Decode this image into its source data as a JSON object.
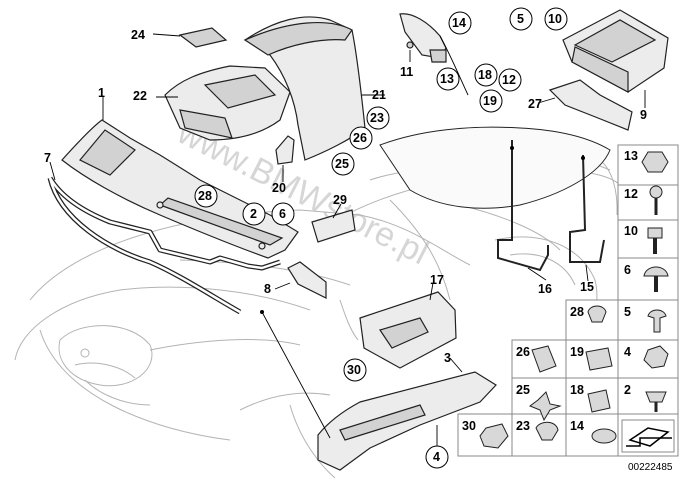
{
  "diagram": {
    "watermark": "www.BMWstore.pl",
    "doc_number": "00222485",
    "callouts": [
      {
        "id": "c1",
        "label": "1"
      },
      {
        "id": "c2",
        "label": "2"
      },
      {
        "id": "c3",
        "label": "3"
      },
      {
        "id": "c4",
        "label": "4"
      },
      {
        "id": "c5",
        "label": "5"
      },
      {
        "id": "c6",
        "label": "6"
      },
      {
        "id": "c7",
        "label": "7"
      },
      {
        "id": "c8",
        "label": "8"
      },
      {
        "id": "c9",
        "label": "9"
      },
      {
        "id": "c10",
        "label": "10"
      },
      {
        "id": "c11",
        "label": "11"
      },
      {
        "id": "c12",
        "label": "12"
      },
      {
        "id": "c13",
        "label": "13"
      },
      {
        "id": "c14",
        "label": "14"
      },
      {
        "id": "c15",
        "label": "15"
      },
      {
        "id": "c16",
        "label": "16"
      },
      {
        "id": "c17",
        "label": "17"
      },
      {
        "id": "c18",
        "label": "18"
      },
      {
        "id": "c19",
        "label": "19"
      },
      {
        "id": "c20",
        "label": "20"
      },
      {
        "id": "c21",
        "label": "21"
      },
      {
        "id": "c22",
        "label": "22"
      },
      {
        "id": "c23",
        "label": "23"
      },
      {
        "id": "c24",
        "label": "24"
      },
      {
        "id": "c25",
        "label": "25"
      },
      {
        "id": "c26",
        "label": "26"
      },
      {
        "id": "c27",
        "label": "27"
      },
      {
        "id": "c28",
        "label": "28"
      },
      {
        "id": "c29",
        "label": "29"
      },
      {
        "id": "c30",
        "label": "30"
      }
    ],
    "parts_grid": [
      {
        "label": "13"
      },
      {
        "label": "12"
      },
      {
        "label": "10"
      },
      {
        "label": "6"
      },
      {
        "label": "28"
      },
      {
        "label": "5"
      },
      {
        "label": "26"
      },
      {
        "label": "19"
      },
      {
        "label": "4"
      },
      {
        "label": "25"
      },
      {
        "label": "18"
      },
      {
        "label": "2"
      },
      {
        "label": "30"
      },
      {
        "label": "23"
      },
      {
        "label": "14"
      }
    ]
  }
}
